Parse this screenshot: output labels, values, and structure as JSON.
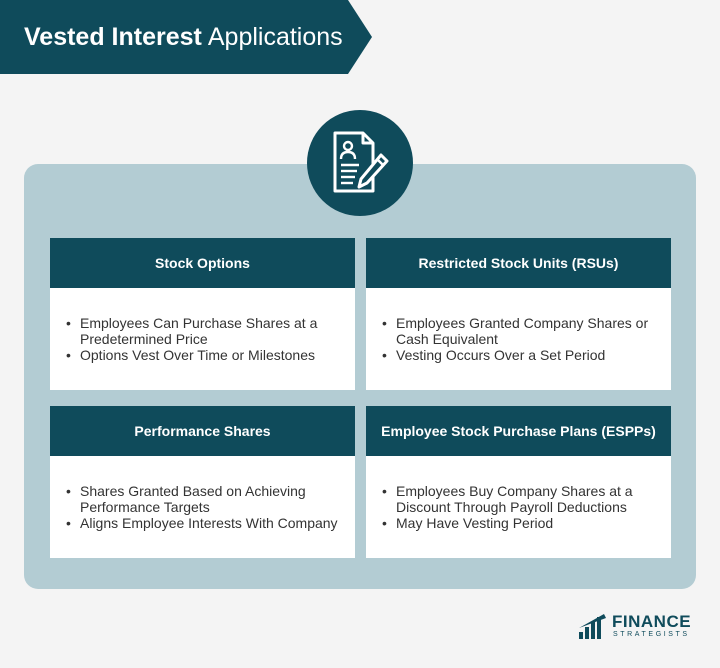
{
  "title": {
    "bold": "Vested Interest",
    "light": "Applications"
  },
  "icon": "document-with-pencil-icon",
  "cards": [
    {
      "header": "Stock Options",
      "bullets": [
        "Employees Can Purchase Shares at a Predetermined Price",
        "Options Vest Over Time or Milestones"
      ]
    },
    {
      "header": "Restricted Stock Units (RSUs)",
      "bullets": [
        "Employees Granted Company Shares or Cash Equivalent",
        "Vesting Occurs Over a Set Period"
      ]
    },
    {
      "header": "Performance Shares",
      "bullets": [
        "Shares Granted Based on Achieving Performance Targets",
        "Aligns Employee Interests With Company"
      ]
    },
    {
      "header": "Employee Stock Purchase Plans (ESPPs)",
      "bullets": [
        "Employees Buy Company Shares at a Discount Through Payroll Deductions",
        "May Have Vesting Period"
      ]
    }
  ],
  "logo": {
    "main": "FINANCE",
    "sub": "STRATEGISTS"
  },
  "colors": {
    "primary": "#0f4b5b",
    "panel": "#b3ccd3",
    "background": "#f4f4f4"
  }
}
